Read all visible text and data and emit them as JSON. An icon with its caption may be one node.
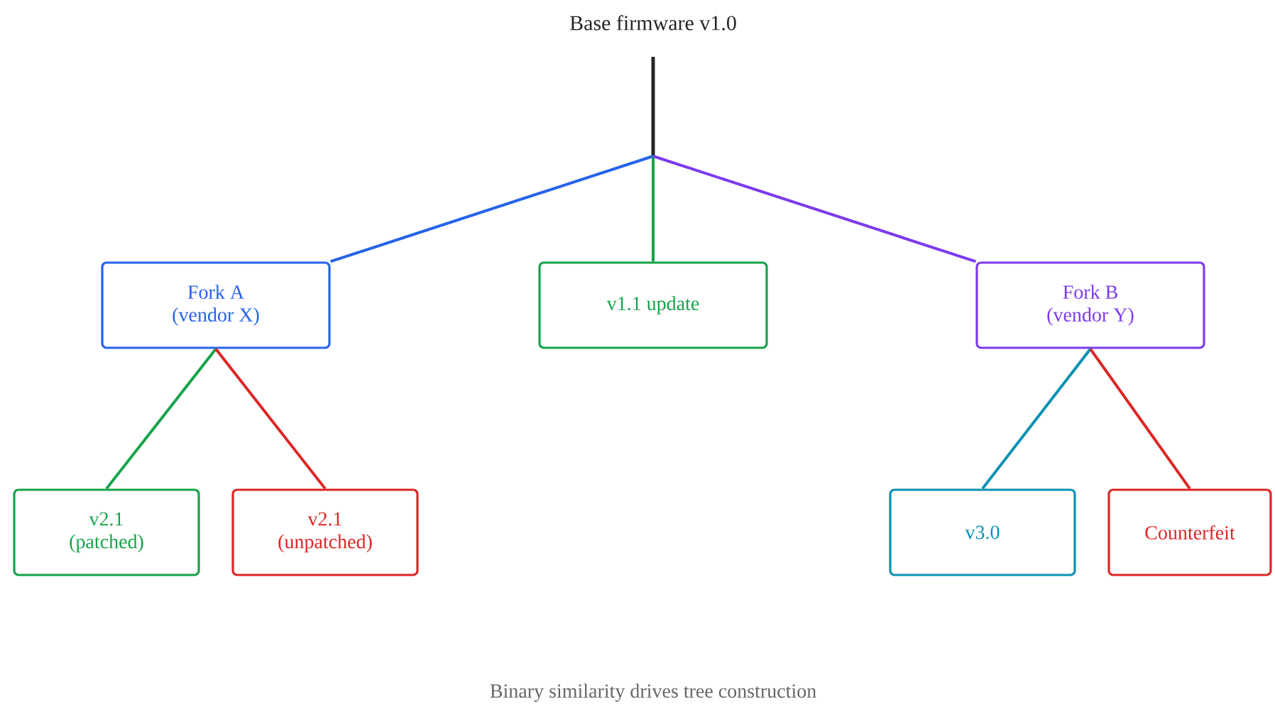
{
  "diagram": {
    "caption": "Binary similarity drives tree construction",
    "nodes": [
      {
        "text": [
          "Base firmware v1.0"
        ]
      },
      {
        "text": [
          "Fork A",
          "(vendor X)"
        ]
      },
      {
        "text": [
          "v1.1 update"
        ]
      },
      {
        "text": [
          "Fork B",
          "(vendor Y)"
        ]
      },
      {
        "text": [
          "v2.1",
          "(patched)"
        ]
      },
      {
        "text": [
          "v2.1",
          "(unpatched)"
        ]
      },
      {
        "text": [
          "v3.0"
        ]
      },
      {
        "text": [
          "Counterfeit"
        ]
      }
    ],
    "edges": [
      {
        "from": 0,
        "to": 1,
        "arrow": "none",
        "color": "#2563eb"
      },
      {
        "from": 0,
        "to": 2,
        "arrow": "none",
        "color": "#16a34a"
      },
      {
        "from": 0,
        "to": 3,
        "arrow": "none",
        "color": "#7c3aed"
      },
      {
        "from": 1,
        "to": 4,
        "arrow": "none",
        "color": "#16a34a"
      },
      {
        "from": 1,
        "to": 5,
        "arrow": "none",
        "color": "#dc2626"
      },
      {
        "from": 3,
        "to": 6,
        "arrow": "none",
        "color": "#0891b2"
      },
      {
        "from": 3,
        "to": 7,
        "arrow": "none",
        "color": "#dc2626"
      }
    ]
  }
}
